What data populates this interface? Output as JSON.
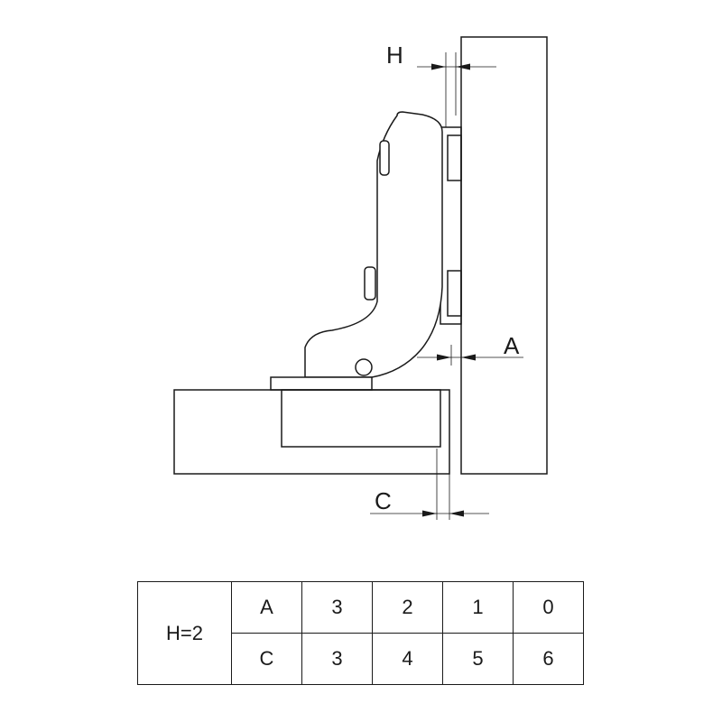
{
  "diagram": {
    "label_h": "H",
    "label_a": "A",
    "label_c": "C"
  },
  "table": {
    "h_value": "H=2",
    "rows": [
      {
        "label": "A",
        "values": [
          "3",
          "2",
          "1",
          "0"
        ]
      },
      {
        "label": "C",
        "values": [
          "3",
          "4",
          "5",
          "6"
        ]
      }
    ]
  }
}
